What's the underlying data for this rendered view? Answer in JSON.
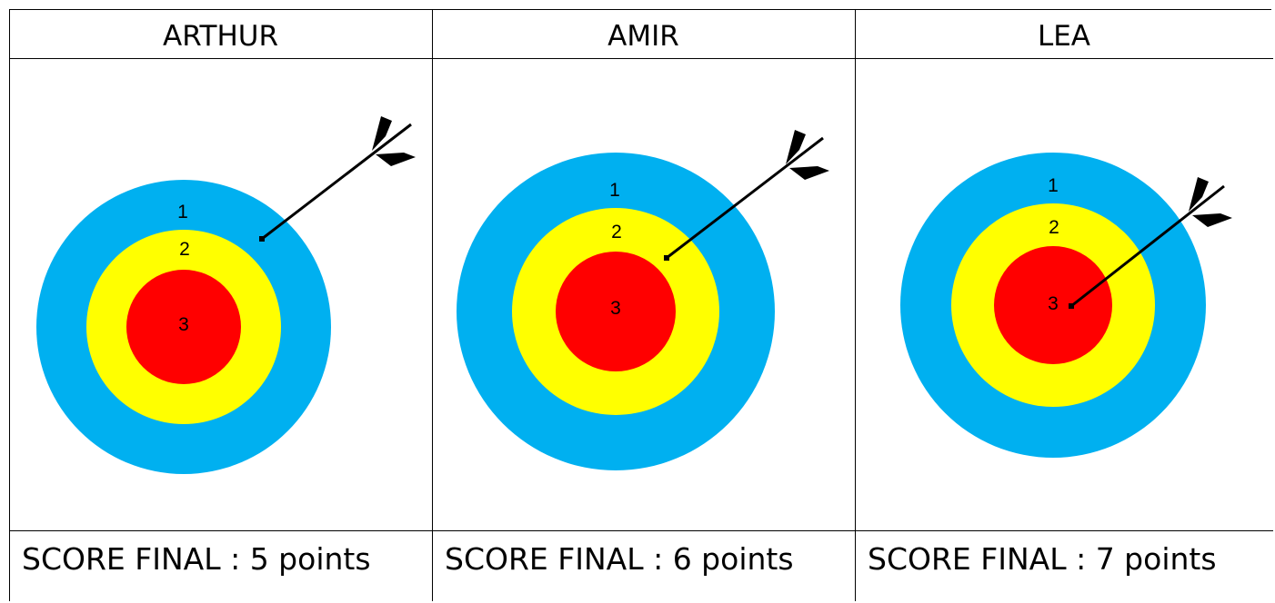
{
  "players": [
    {
      "name": "ARTHUR",
      "score_text": "SCORE FINAL : 5 points"
    },
    {
      "name": "AMIR",
      "score_text": "SCORE FINAL : 6 points"
    },
    {
      "name": "LEA",
      "score_text": "SCORE FINAL : 7 points"
    }
  ],
  "ring_labels": {
    "outer": "1",
    "middle": "2",
    "inner": "3"
  },
  "colors": {
    "outer_ring": "#00B0F0",
    "middle_ring": "#FFFF00",
    "inner_ring": "#FF0000",
    "arrow": "#000000"
  }
}
